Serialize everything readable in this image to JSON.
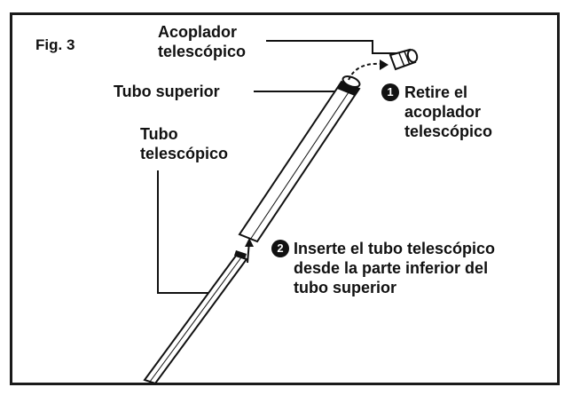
{
  "figure_label": "Fig. 3",
  "labels": {
    "coupler": "Acoplador\ntelescópico",
    "upper_tube": "Tubo superior",
    "telescopic_tube": "Tubo\ntelescópico"
  },
  "steps": [
    {
      "number": "1",
      "text": "Retire el\nacoplador\ntelescópico"
    },
    {
      "number": "2",
      "text": "Inserte el tubo telescópico\ndesde la parte inferior del\ntubo superior"
    }
  ],
  "colors": {
    "ink": "#111111",
    "frame": "#1a1a1a",
    "tube_fill": "#ffffff"
  }
}
